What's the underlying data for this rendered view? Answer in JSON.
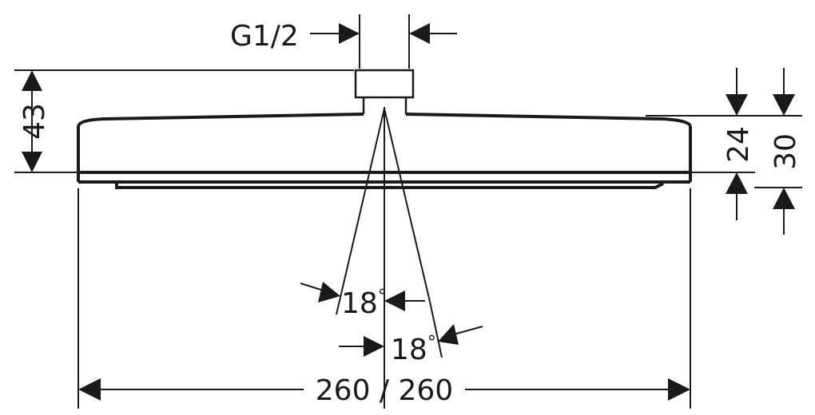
{
  "dimensions": {
    "thread": "G1/2",
    "total_height": "43",
    "body_height": "24",
    "overall_body_height": "30",
    "angle_upper": "18",
    "angle_lower": "18",
    "degree_symbol": "°",
    "width": "260 / 260"
  },
  "colors": {
    "line": "#1a1a1a",
    "background": "#ffffff"
  }
}
